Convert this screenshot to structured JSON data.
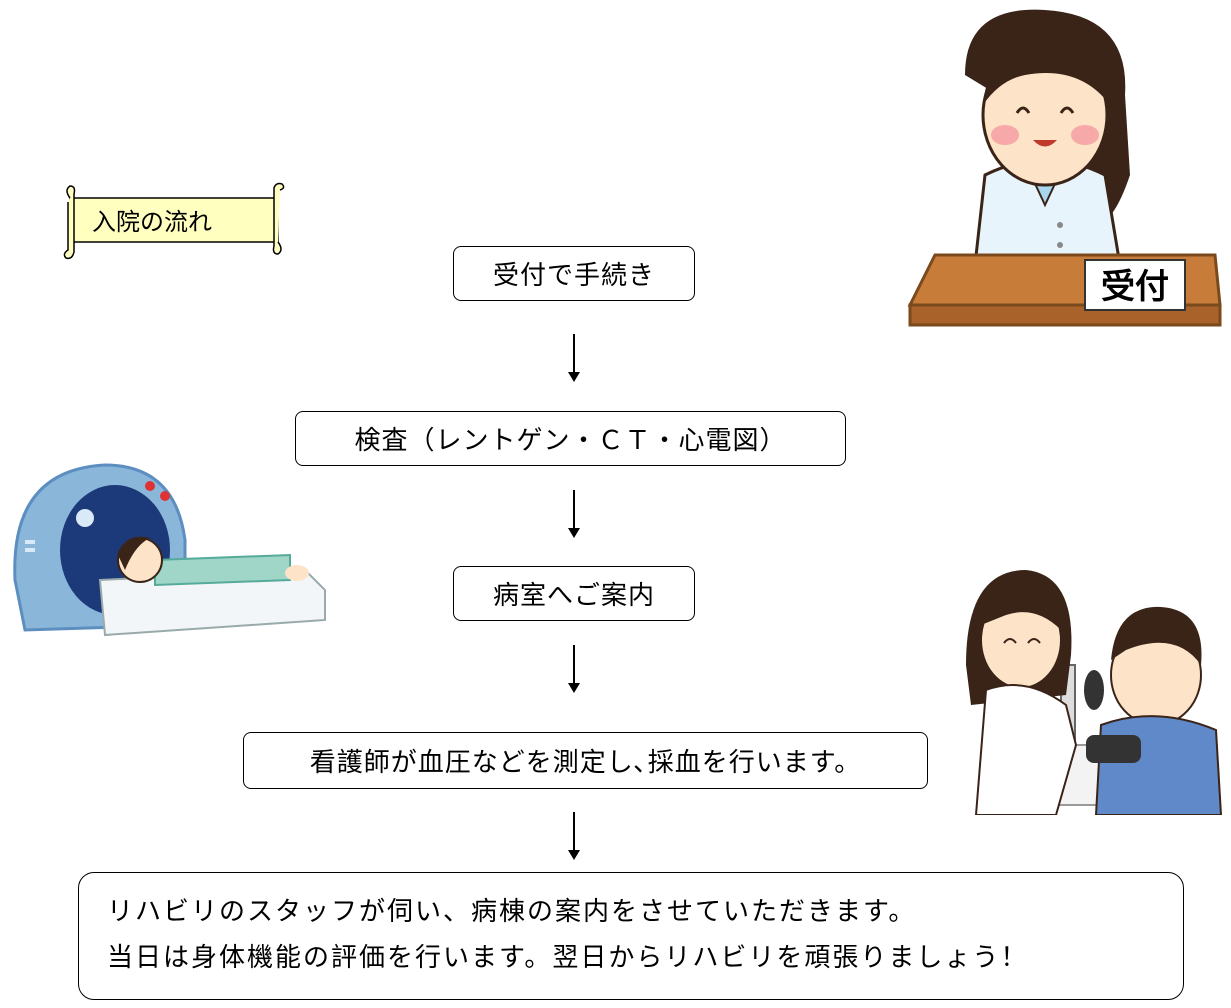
{
  "title": "入院の流れ",
  "steps": [
    "受付で手続き",
    "検査（レントゲン・ＣＴ・心電図）",
    "病室へご案内",
    "看護師が血圧などを測定し､採血を行います。"
  ],
  "final": {
    "line1": "リハビリのスタッフが伺い、病棟の案内をさせていただきます。",
    "line2": "当日は身体機能の評価を行います。翌日からリハビリを頑張りましょう！"
  },
  "reception_sign": "受付",
  "colors": {
    "scroll_fill": "#ffffc0",
    "desk": "#c77c3a",
    "coat": "#e8f4fb",
    "hair": "#3a2418",
    "mri": "#8ab6da",
    "patient_gown": "#9fd6c8",
    "shirt_blue": "#5f89c8"
  }
}
